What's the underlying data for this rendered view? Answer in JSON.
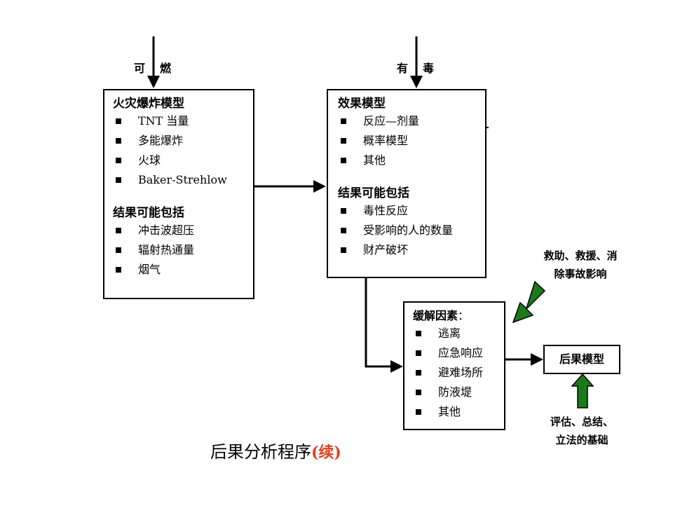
{
  "inputs": {
    "flammable_1": "可",
    "flammable_2": "燃",
    "toxic_1": "有",
    "toxic_2": "毒"
  },
  "fire_box": {
    "title": "火灾爆炸模型",
    "items": [
      "TNT 当量",
      "多能爆炸",
      "火球",
      "Baker-Strehlow"
    ],
    "results_title": "结果可能包括",
    "results": [
      "冲击波超压",
      "辐射热通量",
      "烟气"
    ]
  },
  "effect_box": {
    "title": "效果模型",
    "items": [
      "反应—剂量",
      "概率模型",
      "其他"
    ],
    "results_title": "结果可能包括",
    "results": [
      "毒性反应",
      "受影响的人的数量",
      "财产破坏"
    ]
  },
  "mitigation_box": {
    "title": "缓解因素",
    "title_suffix": "：",
    "items": [
      "逃离",
      "应急响应",
      "避难场所",
      "防液堤",
      "其他"
    ]
  },
  "consequence_box": {
    "title": "后果模型"
  },
  "rescue_label": {
    "line1": "救助、救援、消",
    "line2": "除事故影响"
  },
  "evaluation_label": {
    "line1": "评估、总结、",
    "line2": "立法的基础"
  },
  "caption": {
    "main": "后果分析程序",
    "suffix": "(续)"
  },
  "colors": {
    "green_arrow": "#1a7a1a",
    "caption_suffix": "#e0401a"
  }
}
